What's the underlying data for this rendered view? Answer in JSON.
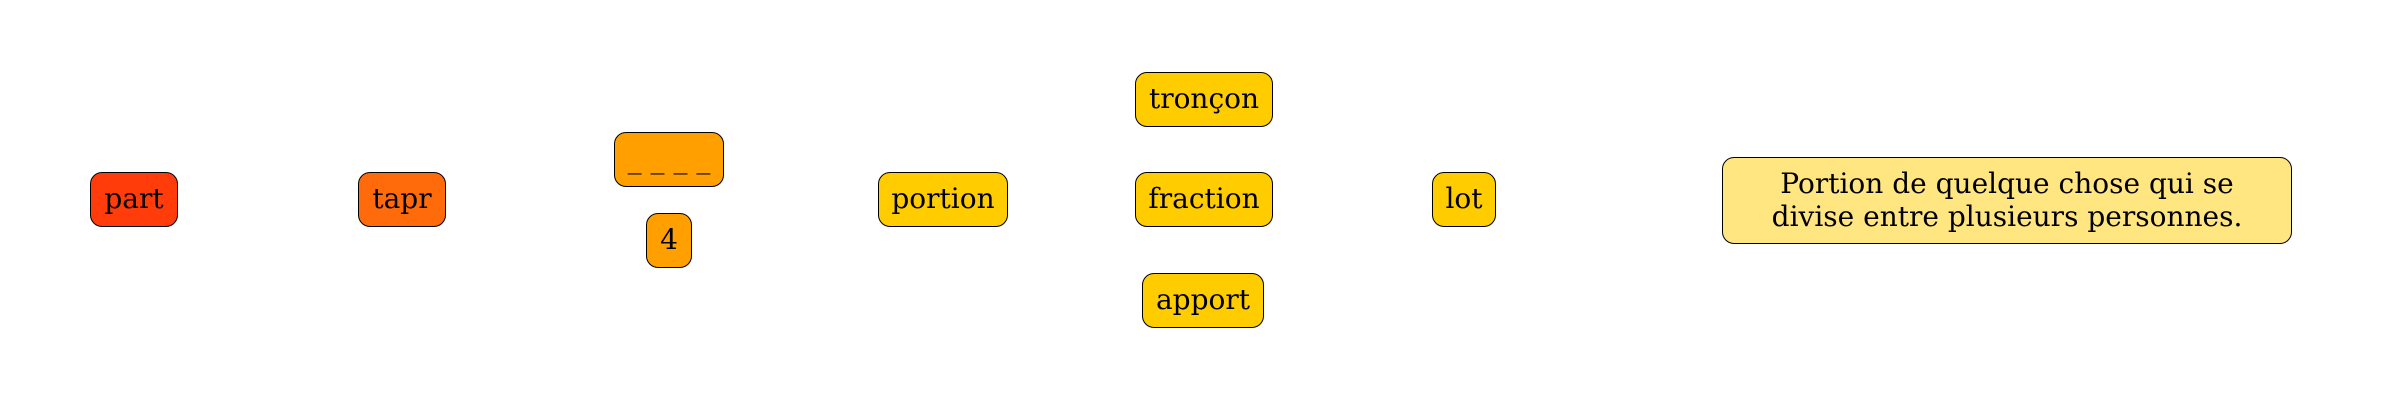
{
  "colors": {
    "part": "#ff3c0a",
    "tapr": "#ff6a0a",
    "blank": "#ff9f00",
    "four": "#ff9f00",
    "synonym": "#ffcc00",
    "definition": "#ffe680",
    "border": "#000000"
  },
  "nodes": {
    "part": "part",
    "tapr": "tapr",
    "blank": "_ _ _ _",
    "four": "4",
    "portion": "portion",
    "troncon": "tronçon",
    "fraction": "fraction",
    "apport": "apport",
    "lot": "lot",
    "definition": "Portion de quelque chose qui se divise entre plusieurs personnes."
  }
}
